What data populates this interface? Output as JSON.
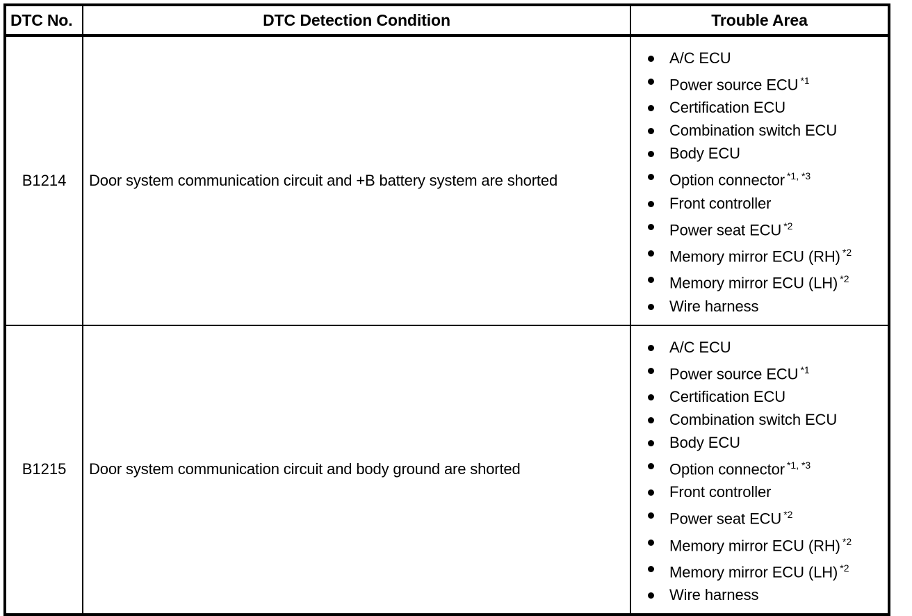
{
  "table": {
    "columns": [
      {
        "key": "dtc_no",
        "label": "DTC No.",
        "align": "left"
      },
      {
        "key": "detection_condition",
        "label": "DTC Detection Condition",
        "align": "center"
      },
      {
        "key": "trouble_area",
        "label": "Trouble Area",
        "align": "center"
      }
    ],
    "rows": [
      {
        "dtc_no": "B1214",
        "detection_condition": "Door system communication circuit and +B battery system are shorted",
        "trouble_area": [
          {
            "text": "A/C ECU",
            "note": ""
          },
          {
            "text": "Power source ECU",
            "note": "*1"
          },
          {
            "text": "Certification ECU",
            "note": ""
          },
          {
            "text": "Combination switch ECU",
            "note": ""
          },
          {
            "text": "Body ECU",
            "note": ""
          },
          {
            "text": "Option connector",
            "note": "*1, *3"
          },
          {
            "text": "Front controller",
            "note": ""
          },
          {
            "text": "Power seat ECU",
            "note": "*2"
          },
          {
            "text": "Memory mirror ECU (RH)",
            "note": "*2"
          },
          {
            "text": "Memory mirror ECU (LH)",
            "note": "*2"
          },
          {
            "text": "Wire harness",
            "note": ""
          }
        ]
      },
      {
        "dtc_no": "B1215",
        "detection_condition": "Door system communication circuit and body ground are shorted",
        "trouble_area": [
          {
            "text": "A/C ECU",
            "note": ""
          },
          {
            "text": "Power source ECU",
            "note": "*1"
          },
          {
            "text": "Certification ECU",
            "note": ""
          },
          {
            "text": "Combination switch ECU",
            "note": ""
          },
          {
            "text": "Body ECU",
            "note": ""
          },
          {
            "text": "Option connector",
            "note": "*1, *3"
          },
          {
            "text": "Front controller",
            "note": ""
          },
          {
            "text": "Power seat ECU",
            "note": "*2"
          },
          {
            "text": "Memory mirror ECU (RH)",
            "note": "*2"
          },
          {
            "text": "Memory mirror ECU (LH)",
            "note": "*2"
          },
          {
            "text": "Wire harness",
            "note": ""
          }
        ]
      }
    ]
  },
  "colors": {
    "border": "#000000",
    "text": "#000000",
    "background": "#ffffff"
  }
}
